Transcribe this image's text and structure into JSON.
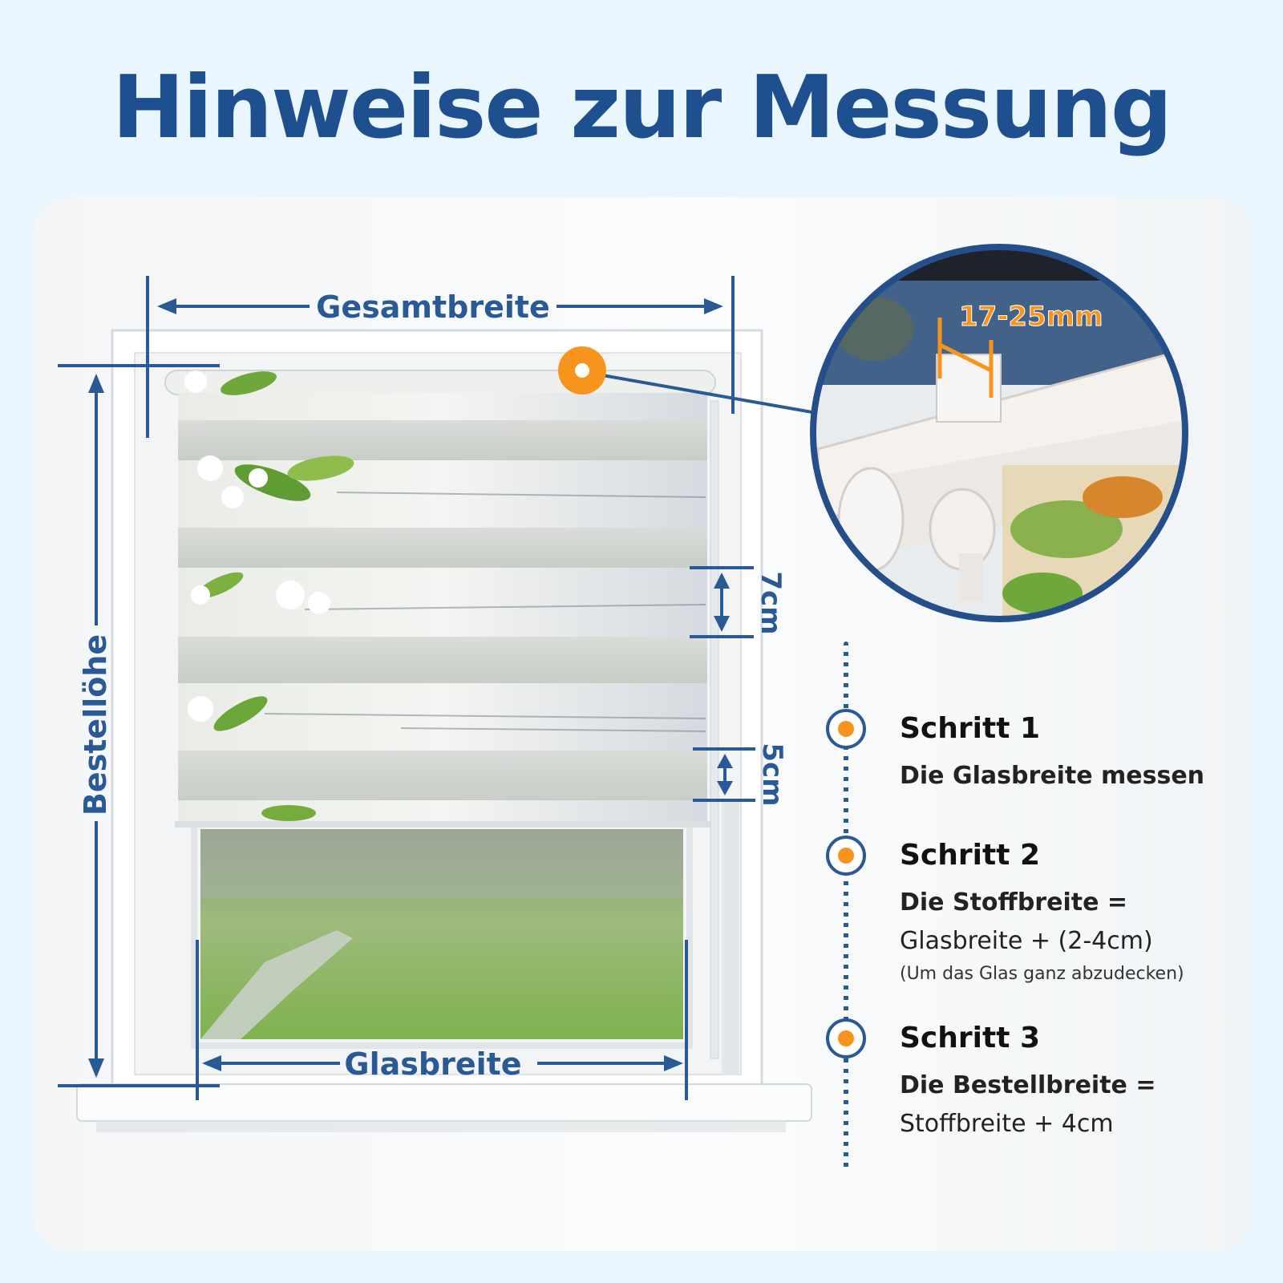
{
  "title": "Hinweise zur Messung",
  "diagram": {
    "total_width_label": "Gesamtbreite",
    "order_height_label": "Bestellöhe",
    "glass_width_label": "Glasbreite",
    "stripe_7_label": "7cm",
    "stripe_5_label": "5cm",
    "clip_range_label": "17-25mm"
  },
  "steps": [
    {
      "title": "Schritt 1",
      "line1": "Die Glasbreite messen",
      "line2": "",
      "note": ""
    },
    {
      "title": "Schritt 2",
      "line1": "Die Stoffbreite =",
      "line2": "Glasbreite + (2-4cm)",
      "note": "(Um das Glas ganz abzudecken)"
    },
    {
      "title": "Schritt 3",
      "line1": "Die Bestellbreite =",
      "line2": "Stoffbreite + 4cm",
      "note": ""
    }
  ],
  "colors": {
    "primary": "#1e4f8f",
    "accent": "#f7941d"
  }
}
